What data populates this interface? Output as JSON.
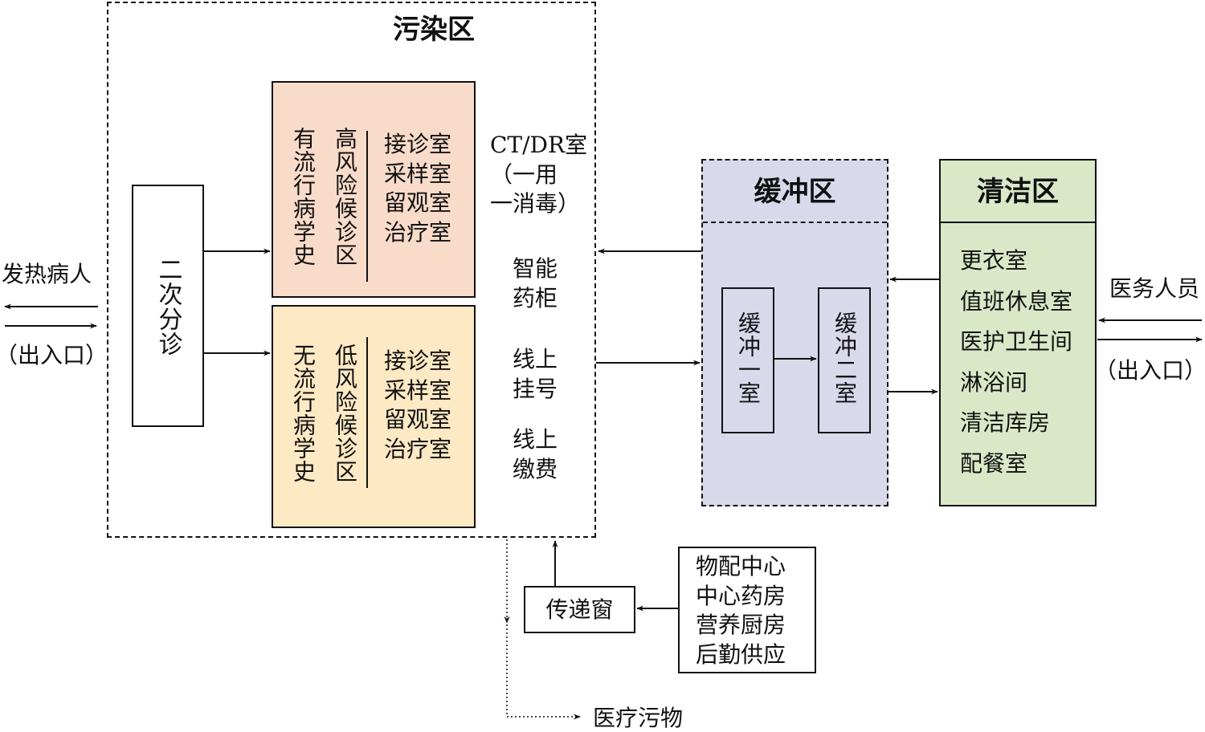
{
  "colors": {
    "high_risk": "#f9dbc9",
    "low_risk": "#fde9c3",
    "buffer": "#d9d9ec",
    "clean": "#dbe8c8",
    "line": "#111111"
  },
  "contaminated_zone": {
    "title": "污染区",
    "triage": "二次分诊",
    "high_risk": {
      "history": "有流行病学史",
      "zone": "高风险候诊区",
      "rooms": [
        "接诊室",
        "采样室",
        "留观室",
        "治疗室"
      ]
    },
    "low_risk": {
      "history": "无流行病学史",
      "zone": "低风险候诊区",
      "rooms": [
        "接诊室",
        "采样室",
        "留观室",
        "治疗室"
      ]
    },
    "side_items": {
      "ct": [
        "CT/DR室",
        "（一用",
        "一消毒）"
      ],
      "pharmacy": [
        "智能",
        "药柜"
      ],
      "registration": [
        "线上",
        "挂号"
      ],
      "payment": [
        "线上",
        "缴费"
      ]
    }
  },
  "buffer_zone": {
    "title": "缓冲区",
    "room1": "缓冲一室",
    "room2": "缓冲二室"
  },
  "clean_zone": {
    "title": "清洁区",
    "rooms": [
      "更衣室",
      "值班休息室",
      "医护卫生间",
      "淋浴间",
      "清洁库房",
      "配餐室"
    ]
  },
  "patient": {
    "label": "发热病人",
    "entrance": "（出入口）"
  },
  "staff": {
    "label": "医务人员",
    "entrance": "（出入口）"
  },
  "pass_window": "传递窗",
  "supply": [
    "物配中心",
    "中心药房",
    "营养厨房",
    "后勤供应"
  ],
  "medical_waste": "医疗污物"
}
